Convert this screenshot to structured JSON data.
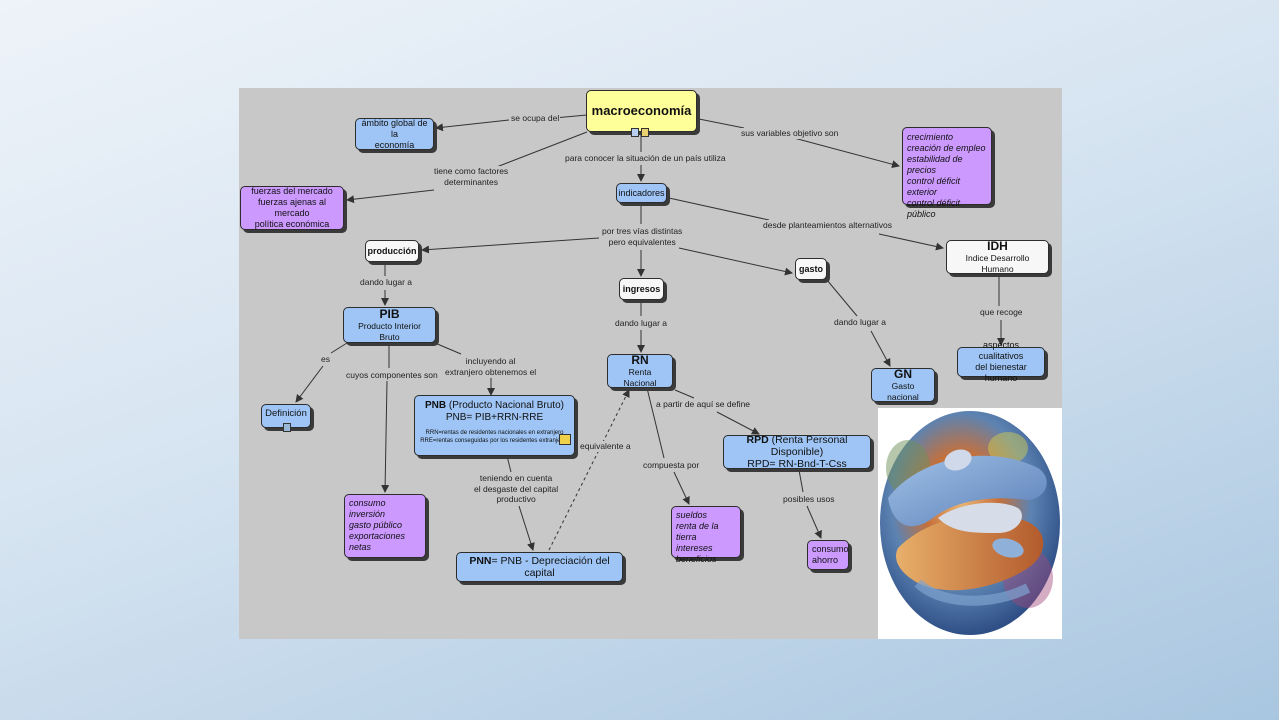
{
  "nodes": {
    "macro": "macroeconomía",
    "ambito": [
      "ámbito global de la",
      "economía"
    ],
    "fuerzas": [
      "fuerzas del mercado",
      "fuerzas ajenas al mercado",
      "política económica"
    ],
    "crecimiento": [
      "crecimiento",
      "creación de empleo",
      "estabilidad de precios",
      "control déficit exterior",
      "control déficit público"
    ],
    "indicadores": "indicadores",
    "produccion": "producción",
    "ingresos": "ingresos",
    "gasto": "gasto",
    "idh_title": "IDH",
    "idh_sub": "Indice Desarrollo Humano",
    "aspectos": [
      "aspectos cualitativos",
      "del bienestar humano"
    ],
    "pib_title": "PIB",
    "pib_sub": "Producto Interior Bruto",
    "rn_title": "RN",
    "rn_sub": "Renta Nacional",
    "gn_title": "GN",
    "gn_sub": "Gasto nacional",
    "definicion": "Definición",
    "pnb_bold": "PNB",
    "pnb_rest": " (Producto Nacional Bruto)",
    "pnb_formula": "PNB= PIB+RRN-RRE",
    "pnb_note1": "RRN=rentas de residentes nacionales en extranjero",
    "pnb_note2": "RRE=rentas conseguidas por los residentes extranjeros",
    "rpd_bold": "RPD",
    "rpd_rest": " (Renta Personal Disponible)",
    "rpd_formula": "RPD= RN-Bnd-T-Css",
    "consumo": [
      "consumo",
      "inversión",
      "gasto público",
      "exportaciones netas"
    ],
    "sueldos": [
      "sueldos",
      "renta de la tierra",
      "intereses",
      "beneficios"
    ],
    "consumo_ahorro": [
      "consumo",
      "ahorro"
    ],
    "pnn_bold": "PNN",
    "pnn_rest": "= PNB - Depreciación del capital"
  },
  "labels": {
    "se_ocupa": "se ocupa del",
    "variables": "sus variables objetivo son",
    "para_conocer": "para conocer la situación de un país utiliza",
    "tiene_como": [
      "tiene como factores",
      "determinantes"
    ],
    "tres_vias": [
      "por tres vías distintas",
      "pero equivalentes"
    ],
    "desde": "desde planteamientos alternativos",
    "dando1": "dando lugar a",
    "dando2": "dando lugar a",
    "dando3": "dando lugar a",
    "que_recoge": "que recoge",
    "es": "es",
    "cuyos": "cuyos componentes son",
    "incluyendo": [
      "incluyendo al",
      "extranjero obtenemos el"
    ],
    "a_partir": "a partir de aquí se define",
    "equivalente": "equivalente a",
    "teniendo": [
      "teniendo en cuenta",
      "el desgaste del capital",
      "productivo"
    ],
    "compuesta": "compuesta por",
    "posibles": "posibles usos"
  },
  "icons": [
    "concept-map-resource-icon",
    "image-resource-icon",
    "folder-resource-icon",
    "hands-globe-photo"
  ]
}
